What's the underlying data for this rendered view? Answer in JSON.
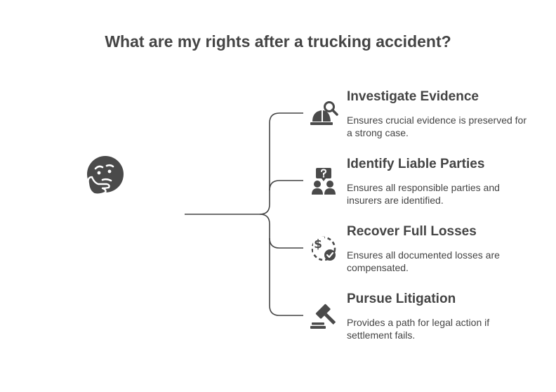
{
  "title": "What are my rights after a trucking accident?",
  "colors": {
    "text": "#444444",
    "line": "#444444",
    "background": "#ffffff"
  },
  "root_icon": "thinking-face-icon",
  "items": [
    {
      "title": "Investigate Evidence",
      "description": "Ensures crucial evidence is preserved for a strong case.",
      "icon": "hardhat-magnifier-icon"
    },
    {
      "title": "Identify Liable Parties",
      "description": "Ensures all responsible parties and insurers are identified.",
      "icon": "people-question-icon"
    },
    {
      "title": "Recover Full Losses",
      "description": "Ensures all documented losses are compensated.",
      "icon": "dollar-check-icon"
    },
    {
      "title": "Pursue Litigation",
      "description": "Provides a path for legal action if settlement fails.",
      "icon": "gavel-icon"
    }
  ]
}
